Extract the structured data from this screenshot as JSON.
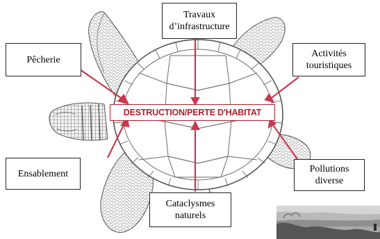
{
  "center": {
    "label": "DESTRUCTION/PERTE D'HABITAT"
  },
  "threats": {
    "travaux_line1": "Travaux",
    "travaux_line2": "d’infrastructure",
    "pecherie": "Pêcherie",
    "activites_line1": "Activités",
    "activites_line2": "touristiques",
    "ensablement": "Ensablement",
    "pollutions_line1": "Pollutions",
    "pollutions_line2": "diverse",
    "cataclysmes_line1": "Cataclysmes",
    "cataclysmes_line2": "naturels"
  },
  "colors": {
    "accent": "#b31e2e",
    "arrow": "#c8394f",
    "outline": "#222222"
  }
}
